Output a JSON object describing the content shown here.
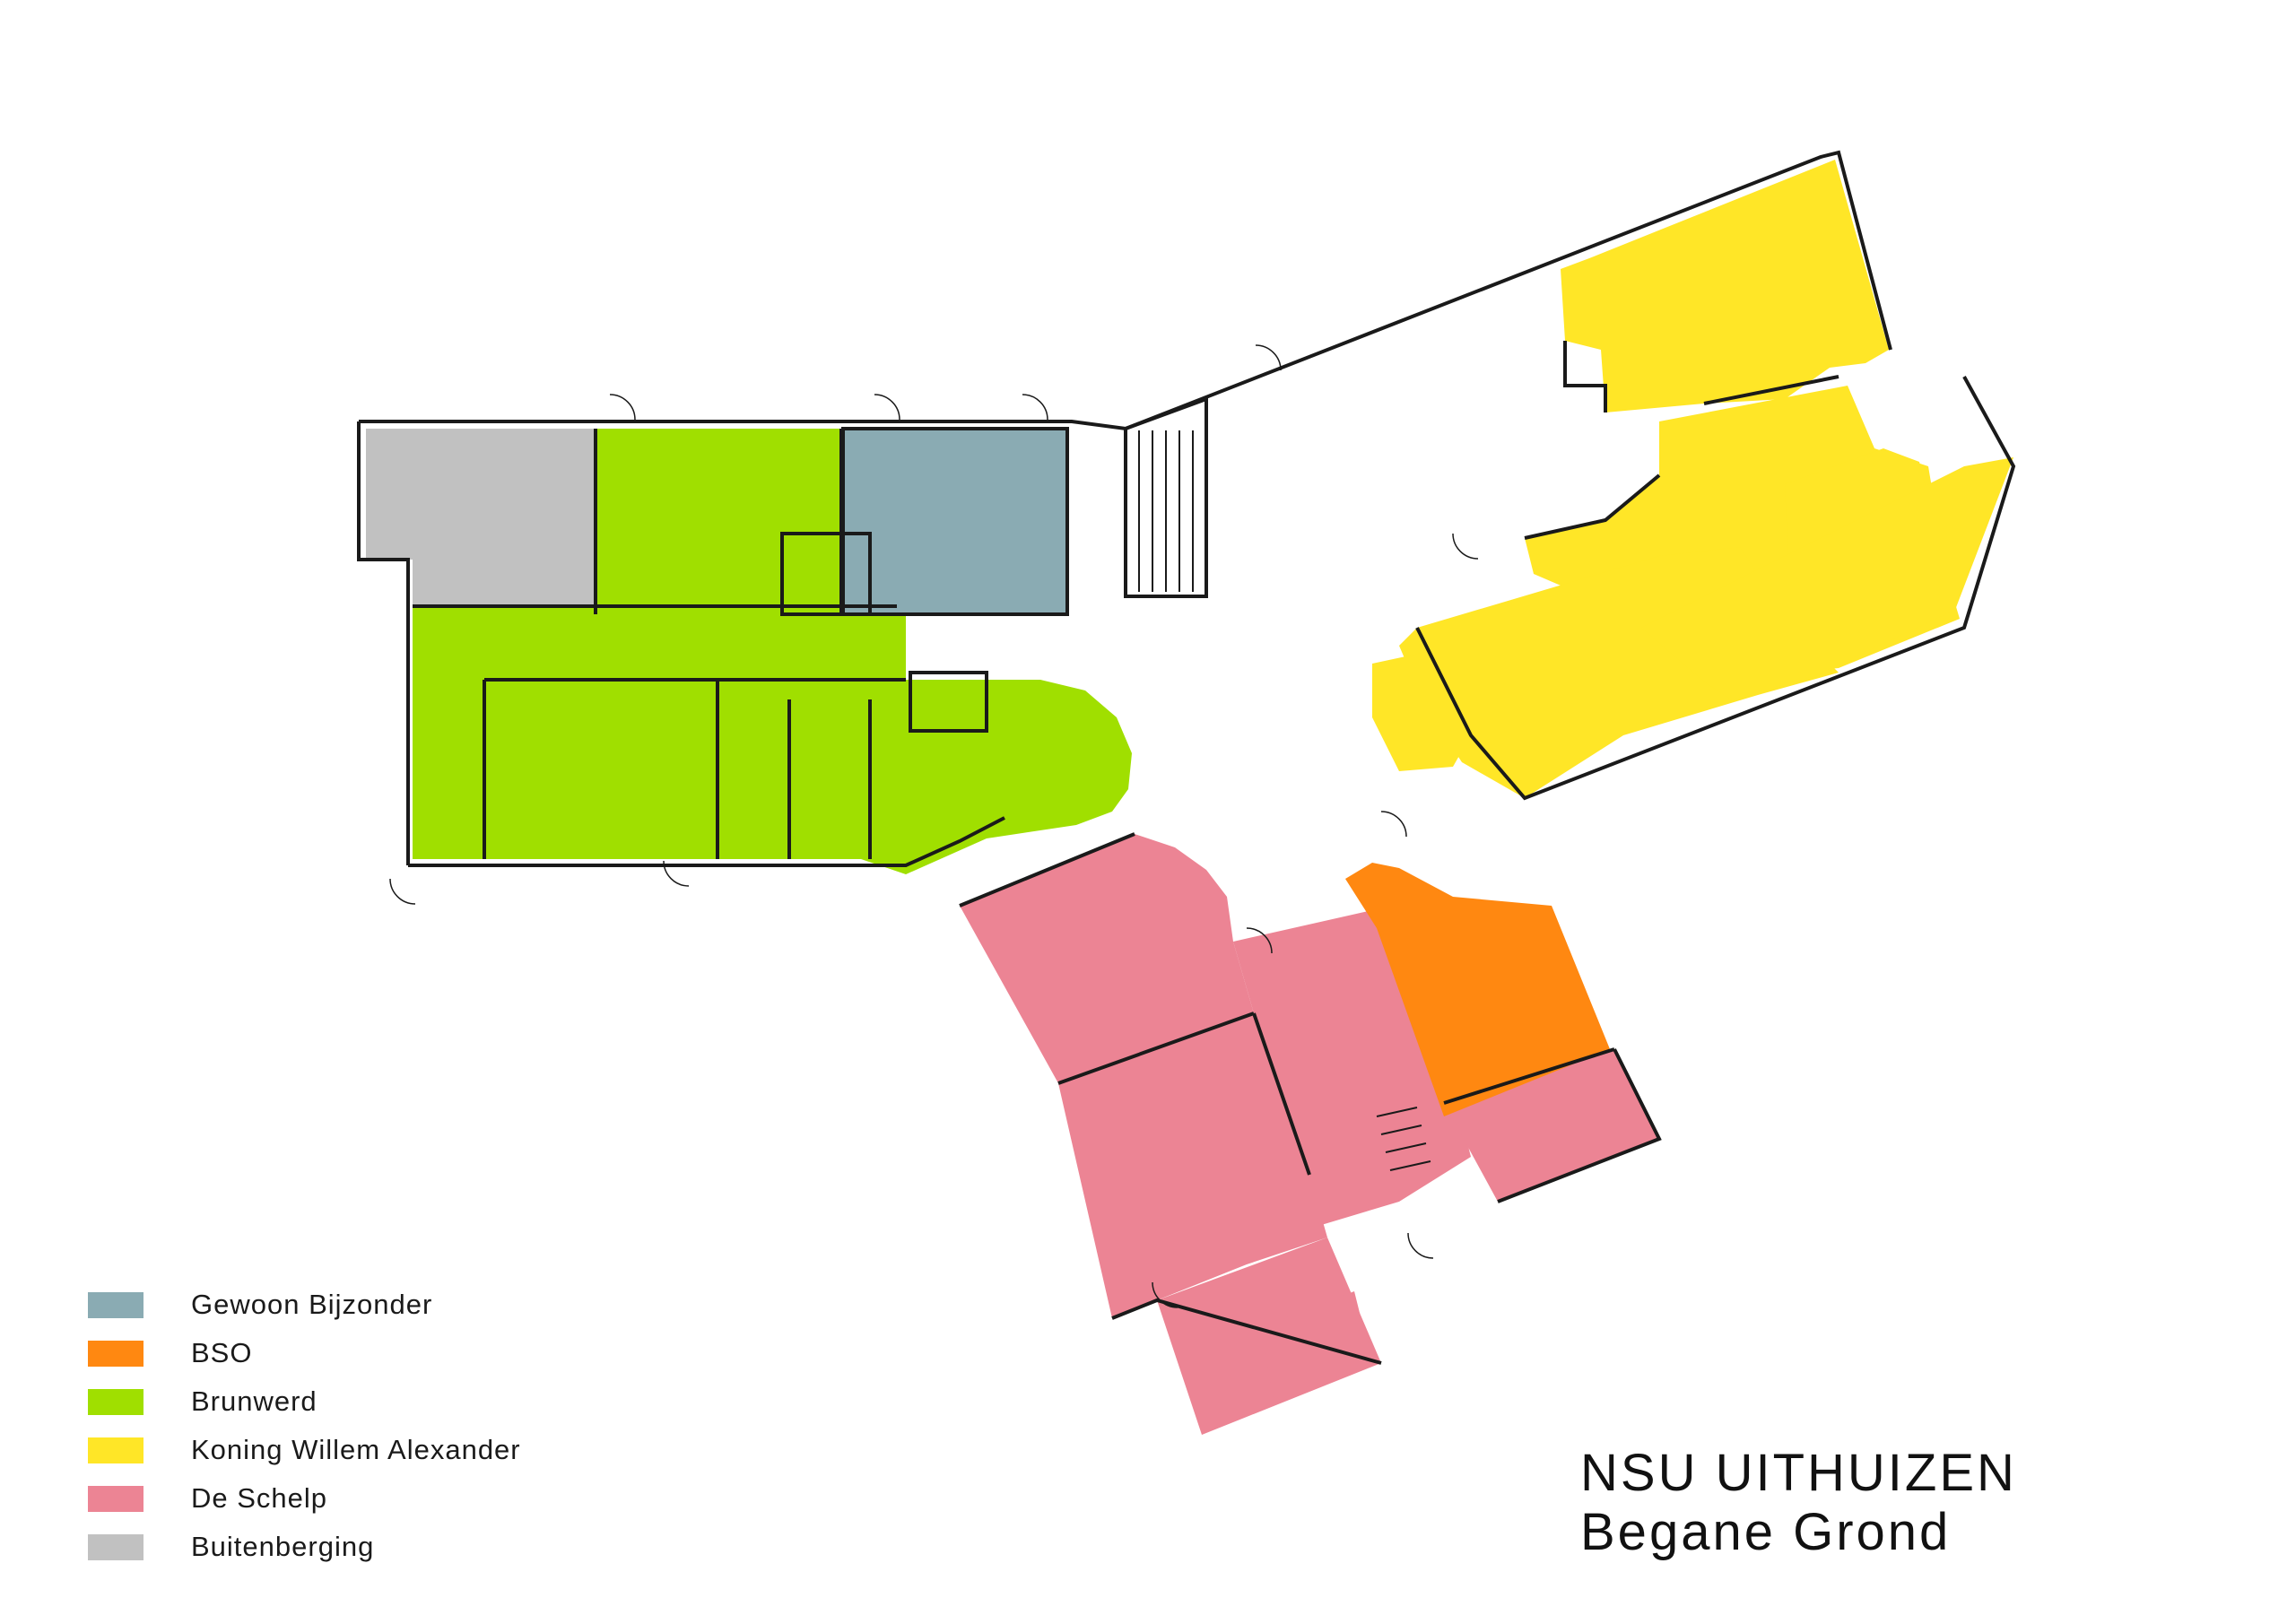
{
  "title": {
    "line1": "NSU  UITHUIZEN",
    "line2": "Begane  Grond"
  },
  "legend": [
    {
      "label": "Gewoon  Bijzonder",
      "color": "#8aabb3"
    },
    {
      "label": "BSO",
      "color": "#ff8811"
    },
    {
      "label": "Brunwerd",
      "color": "#a0df00"
    },
    {
      "label": "Koning  Willem   Alexander",
      "color": "#ffe627"
    },
    {
      "label": "De  Schelp",
      "color": "#ec8494"
    },
    {
      "label": "Buitenberging",
      "color": "#c1c1c1"
    }
  ],
  "colors": {
    "wall": "#1a1a1a",
    "background": "#ffffff"
  }
}
